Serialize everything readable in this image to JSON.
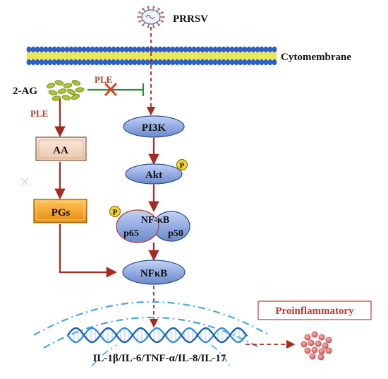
{
  "virus_label": "PRRSV",
  "membrane_label": "Cytomembrane",
  "lipid_label": "2-AG",
  "enzyme_top": "PLE",
  "enzyme_left": "PLE",
  "nodes": {
    "aa": "AA",
    "pgs": "PGs",
    "pi3k": "PI3K",
    "akt": "Akt",
    "nfkb_complex": "NF-κB",
    "p65": "p65",
    "p50": "p50",
    "nfkb": "NFκB"
  },
  "phospho_mark": "P",
  "cytokines_label": "IL-1β/IL-6/TNF-α/IL-8/IL-17",
  "outcome_label": "Proinflammatory",
  "colors": {
    "arrow": "#a32b24",
    "node_fill": "#8fa8e0",
    "node_stroke": "#2b4f8c",
    "membrane": "#2f5ec4",
    "membrane_core": "#e8e85a",
    "enzyme_text": "#b03a2e",
    "inhibit": "#2f8a3a",
    "block_x": "#d8402a",
    "pgs_fill": "#f5a623",
    "aa_fill": "#f6d9c6",
    "phospho_fill": "#f2d22e",
    "dots": "#e07070"
  }
}
